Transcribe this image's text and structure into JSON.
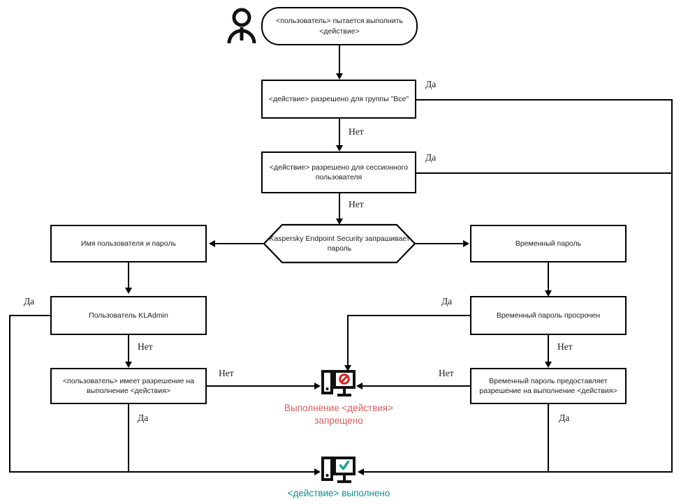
{
  "diagram": {
    "title": "Kaspersky Endpoint Security password check flowchart",
    "colors": {
      "stroke": "#000000",
      "denied_text": "#e05a5a",
      "success_text": "#0a8f8f",
      "denied_symbol": "#d92121",
      "success_symbol": "#0aa08a"
    },
    "actor": {
      "name": "user-actor-icon"
    },
    "nodes": {
      "start": {
        "label": "<пользователь> пытается выполнить <действие>",
        "shape": "terminator"
      },
      "allowed_everyone": {
        "label": "<действие> разрешено для группы \"Все\"",
        "shape": "process"
      },
      "allowed_session_user": {
        "label": "<действие> разрешено для сессионного пользователя",
        "shape": "process"
      },
      "kes_prompt": {
        "label": "Kaspersky Endpoint Security запрашивает пароль",
        "shape": "hexagon"
      },
      "username_password": {
        "label": "Имя пользователя и пароль",
        "shape": "process"
      },
      "kladmin_user": {
        "label": "Пользователь KLAdmin",
        "shape": "process"
      },
      "user_has_permission": {
        "label": "<пользователь> имеет разрешение на выполнение <действия>",
        "shape": "process"
      },
      "temp_password": {
        "label": "Временный пароль",
        "shape": "process"
      },
      "temp_password_expired": {
        "label": "Временный пароль просрочен",
        "shape": "process"
      },
      "temp_password_grants": {
        "label": "Временный пароль предоставляет разрешение на выполнение <действия>",
        "shape": "process"
      }
    },
    "outcomes": {
      "denied": {
        "caption": "Выполнение <действия>\nзапрещено",
        "icon": "computer-denied-icon"
      },
      "success": {
        "caption": "<действие> выполнено",
        "icon": "computer-check-icon"
      }
    },
    "edge_labels": {
      "yes": "Да",
      "no": "Нет",
      "items": [
        {
          "id": "everyone-yes",
          "text": "Да"
        },
        {
          "id": "everyone-no",
          "text": "Нет"
        },
        {
          "id": "session-yes",
          "text": "Да"
        },
        {
          "id": "session-no",
          "text": "Нет"
        },
        {
          "id": "kladmin-yes",
          "text": "Да"
        },
        {
          "id": "kladmin-no",
          "text": "Нет"
        },
        {
          "id": "permission-no",
          "text": "Нет"
        },
        {
          "id": "permission-yes",
          "text": "Да"
        },
        {
          "id": "expired-yes",
          "text": "Да"
        },
        {
          "id": "expired-no",
          "text": "Нет"
        },
        {
          "id": "grants-no",
          "text": "Нет"
        },
        {
          "id": "grants-yes",
          "text": "Да"
        }
      ]
    }
  }
}
